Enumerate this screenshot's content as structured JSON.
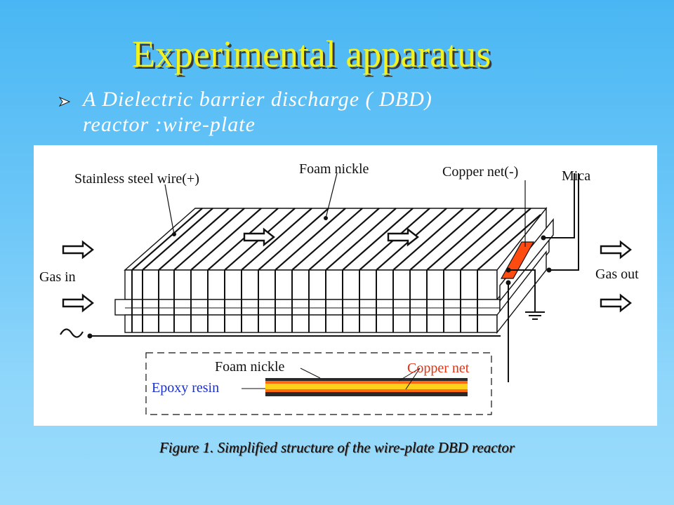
{
  "slide": {
    "title": "Experimental apparatus",
    "bullet": {
      "icon": "arrow-bullet-icon",
      "line1": "A Dielectric barrier discharge ( DBD)",
      "line2": "reactor :wire-plate"
    },
    "caption": "Figure 1. Simplified structure of the wire-plate DBD reactor"
  },
  "diagram": {
    "labels": {
      "stainless_steel_wire": "Stainless steel wire(+)",
      "foam_nickle_top": "Foam nickle",
      "copper_net_neg": "Copper net(-)",
      "mica": "Mica",
      "gas_in": "Gas in",
      "gas_out": "Gas out",
      "foam_nickle_inset": "Foam nickle",
      "copper_net_inset": "Copper net",
      "epoxy_resin": "Epoxy resin"
    },
    "colors": {
      "title": "#f2f220",
      "copper": "#ff4a10",
      "epoxy_label": "#1a2fd0",
      "copper_label": "#e83010",
      "layer_yellow": "#ffd21a",
      "layer_orange": "#ff6a10",
      "layer_dark": "#2a2a2a"
    },
    "icons": [
      "ac-source-icon",
      "ground-icon",
      "flow-arrow-icon"
    ]
  }
}
